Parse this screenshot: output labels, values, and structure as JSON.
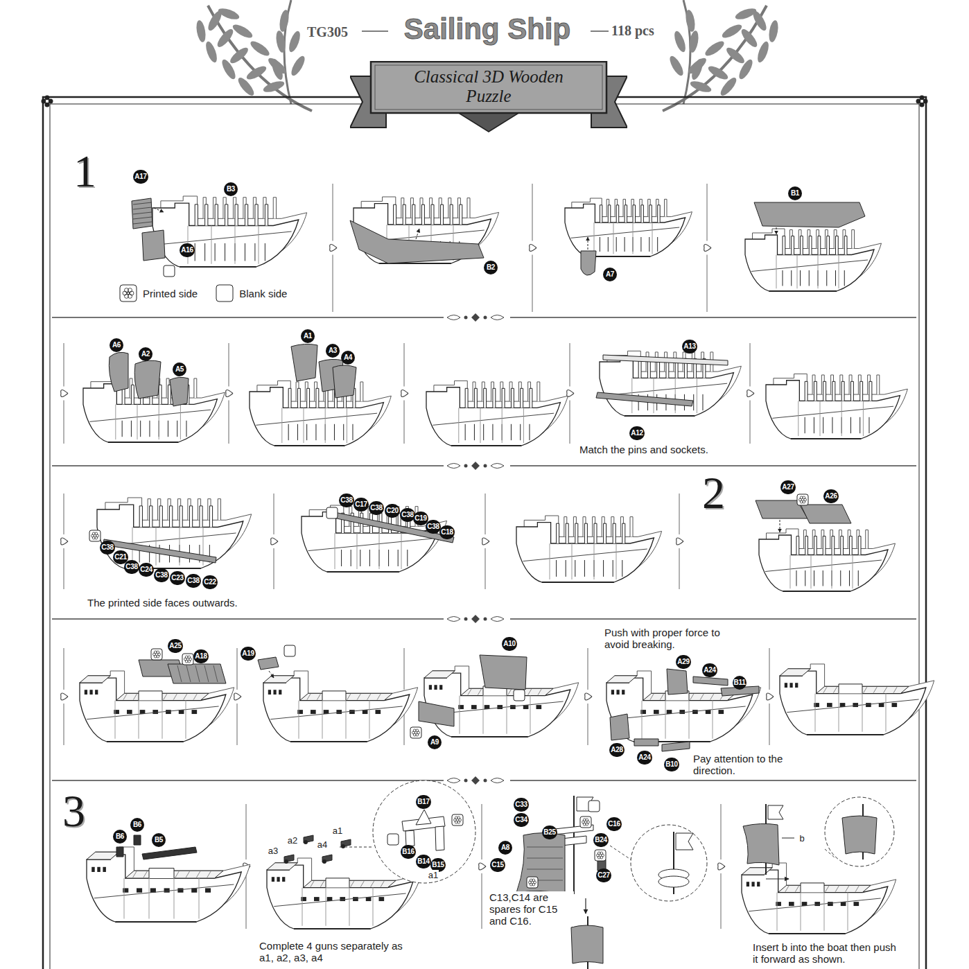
{
  "diagram": {
    "title": "Sailing Ship",
    "nodes": [
      {
        "text": [
          "Classical 3D Wooden Puzzle"
        ]
      }
    ],
    "labels": [
      "TG305",
      "118 pcs",
      "1",
      "A17",
      "B3",
      "A16",
      "B2",
      "A7",
      "B1",
      "A6",
      "A2",
      "A5",
      "A1",
      "A3",
      "A4",
      "A13",
      "A12",
      "Match the pins and sockets.",
      "C38",
      "C21",
      "C38",
      "C24",
      "C38",
      "C23",
      "C38",
      "C22",
      "The printed side faces outwards.",
      "C38",
      "C17",
      "C38",
      "C20",
      "C38",
      "C19",
      "C38",
      "C18",
      "2",
      "A27",
      "A26",
      "A25",
      "A18",
      "A19",
      "A10",
      "A9",
      "Push with proper force to avoid breaking.",
      "A29",
      "A24",
      "B11",
      "A28",
      "A24",
      "B10",
      "Pay attention to the direction.",
      "3",
      "B6",
      "B6",
      "B5",
      "a2",
      "a1",
      "a3",
      "a4",
      "B17",
      "B16",
      "B14",
      "B15",
      "a1",
      "Complete 4 guns separately as a1, a2, a3, a4",
      "C33",
      "C34",
      "B25",
      "C16",
      "B24",
      "A8",
      "C15",
      "C27",
      "C13,C14 are spares for C15 and C16.",
      "b",
      "Insert b into the boat then push it forward as shown."
    ],
    "legend": [
      {
        "text": "Printed side"
      },
      {
        "text": "Blank side"
      }
    ]
  }
}
